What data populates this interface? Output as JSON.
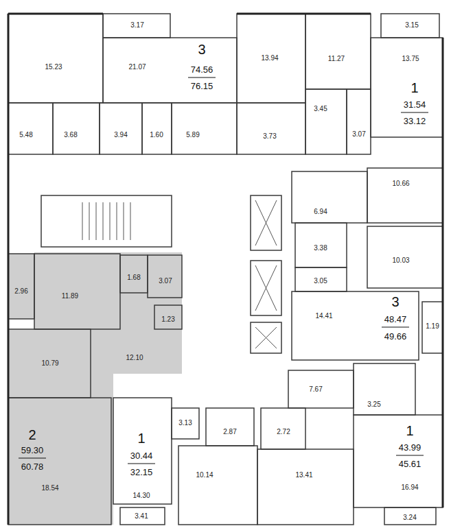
{
  "diagram": {
    "labels": [
      "3.17",
      "15.23",
      "21.07",
      "3",
      "74.56",
      "76.15",
      "13.94",
      "11.27",
      "3.15",
      "13.75",
      "1",
      "31.54",
      "33.12",
      "5.48",
      "3.68",
      "3.94",
      "1.60",
      "5.89",
      "3.73",
      "3.45",
      "3.07",
      "10.66",
      "6.94",
      "3.38",
      "10.03",
      "3.05",
      "3",
      "48.47",
      "49.66",
      "1.19",
      "14.41",
      "2.96",
      "11.89",
      "1.68",
      "3.07",
      "1.23",
      "12.10",
      "10.79",
      "2",
      "59.30",
      "60.78",
      "18.54",
      "3.13",
      "2.87",
      "2.72",
      "7.67",
      "3.25",
      "1",
      "30.44",
      "32.15",
      "14.30",
      "1",
      "43.99",
      "45.61",
      "10.14",
      "13.41",
      "16.94",
      "3.41",
      "3.24"
    ]
  }
}
